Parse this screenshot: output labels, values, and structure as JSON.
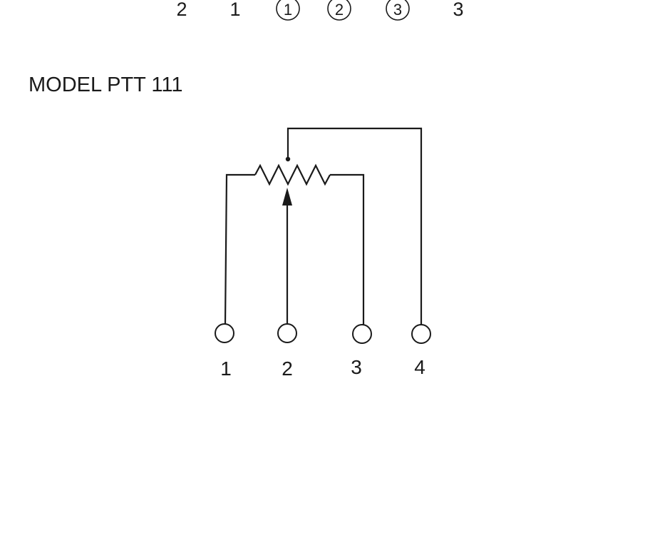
{
  "top_row": {
    "plain_left": [
      "2",
      "1"
    ],
    "circled": [
      "1",
      "2",
      "3"
    ],
    "plain_right": "3"
  },
  "model_label": "MODEL PTT 111",
  "pins": [
    "1",
    "2",
    "3",
    "4"
  ],
  "colors": {
    "ink": "#1a1a1a",
    "background": "#ffffff"
  },
  "components": {
    "potentiometer": "resistor-with-wiper-symbol"
  }
}
